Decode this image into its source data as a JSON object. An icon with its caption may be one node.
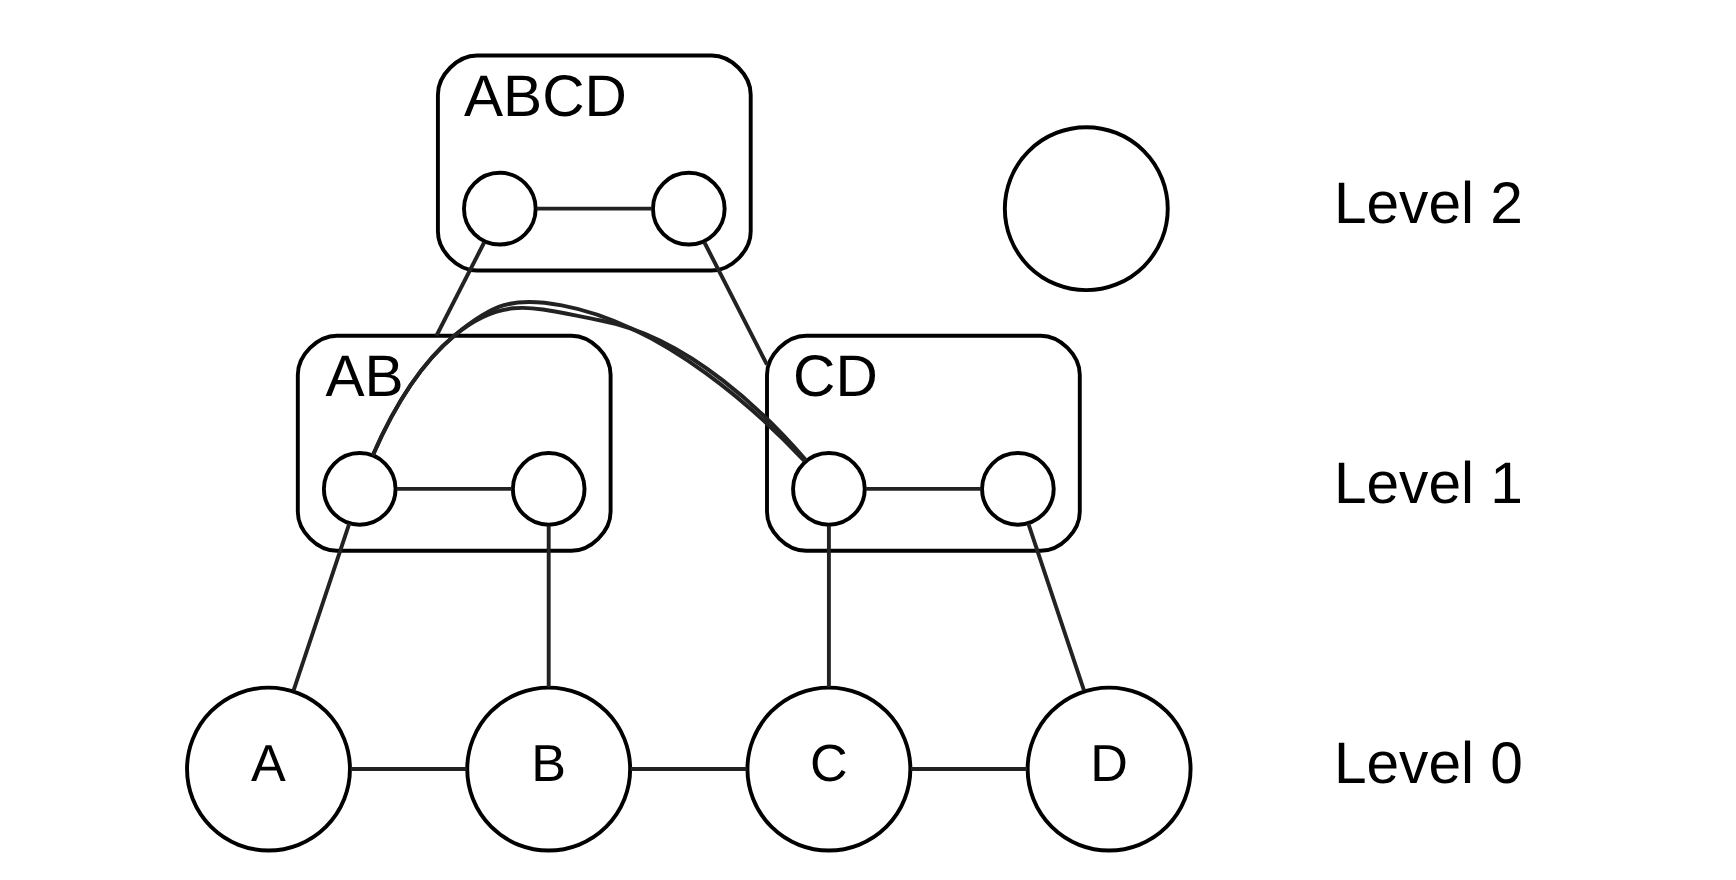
{
  "diagram": {
    "nodes": [
      {
        "text": [
          "ABCD"
        ]
      },
      {
        "text": [],
        "shape": "circle",
        "in": 0
      },
      {
        "text": [],
        "shape": "circle",
        "in": 0
      },
      {
        "text": [],
        "shape": "circle"
      },
      {
        "text": [
          "AB"
        ]
      },
      {
        "text": [],
        "shape": "circle",
        "in": 4
      },
      {
        "text": [],
        "shape": "circle",
        "in": 4
      },
      {
        "text": [
          "CD"
        ]
      },
      {
        "text": [],
        "shape": "circle",
        "in": 7
      },
      {
        "text": [],
        "shape": "circle",
        "in": 7
      },
      {
        "text": [
          "A"
        ]
      },
      {
        "text": [
          "B"
        ]
      },
      {
        "text": [
          "C"
        ]
      },
      {
        "text": [
          "D"
        ]
      }
    ],
    "edges": [
      {
        "from": 1,
        "to": 2,
        "arrow": "none"
      },
      {
        "from": 1,
        "to": 4,
        "arrow": "none"
      },
      {
        "from": 2,
        "to": 7,
        "arrow": "none"
      },
      {
        "from": 5,
        "to": 6,
        "arrow": "none"
      },
      {
        "from": 8,
        "to": 9,
        "arrow": "none"
      },
      {
        "from": 4,
        "to": 7,
        "arrow": "none"
      },
      {
        "from": 5,
        "to": 10,
        "arrow": "none"
      },
      {
        "from": 6,
        "to": 11,
        "arrow": "none"
      },
      {
        "from": 8,
        "to": 12,
        "arrow": "none"
      },
      {
        "from": 9,
        "to": 13,
        "arrow": "none"
      },
      {
        "from": 10,
        "to": 11,
        "arrow": "none"
      },
      {
        "from": 11,
        "to": 12,
        "arrow": "none"
      },
      {
        "from": 12,
        "to": 13,
        "arrow": "none"
      }
    ],
    "labels": [
      "Level 2",
      "Level 1",
      "Level 0"
    ]
  }
}
